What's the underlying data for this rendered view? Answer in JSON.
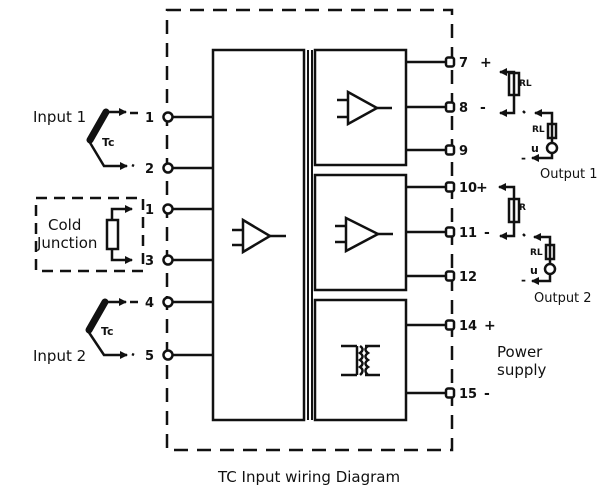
{
  "title": "TC Input  wiring Diagram",
  "inputs": {
    "input1_label": "Input 1",
    "input2_label": "Input 2",
    "tc_label": "Tc",
    "cold_junction_line1": "Cold",
    "cold_junction_line2": "Junction"
  },
  "left_terminals": [
    "1",
    "2",
    "1",
    "3",
    "4",
    "5"
  ],
  "right_terminals": [
    {
      "num": "7",
      "sign": "+"
    },
    {
      "num": "8",
      "sign": "-"
    },
    {
      "num": "9",
      "sign": ""
    },
    {
      "num": "10",
      "sign": "+"
    },
    {
      "num": "11",
      "sign": "-"
    },
    {
      "num": "12",
      "sign": ""
    },
    {
      "num": "14",
      "sign": "+"
    },
    {
      "num": "15",
      "sign": "-"
    }
  ],
  "outputs": {
    "output1_label": "Output 1",
    "output2_label": "Output 2",
    "load_label": "RL",
    "load_label_short": "R",
    "source_label": "u",
    "minus": "-"
  },
  "power": {
    "line1": "Power",
    "line2": "supply"
  },
  "blocks": {
    "input_amplifier": "amplifier",
    "output1_amplifier": "amplifier",
    "output2_amplifier": "amplifier",
    "power_transformer": "transformer"
  }
}
